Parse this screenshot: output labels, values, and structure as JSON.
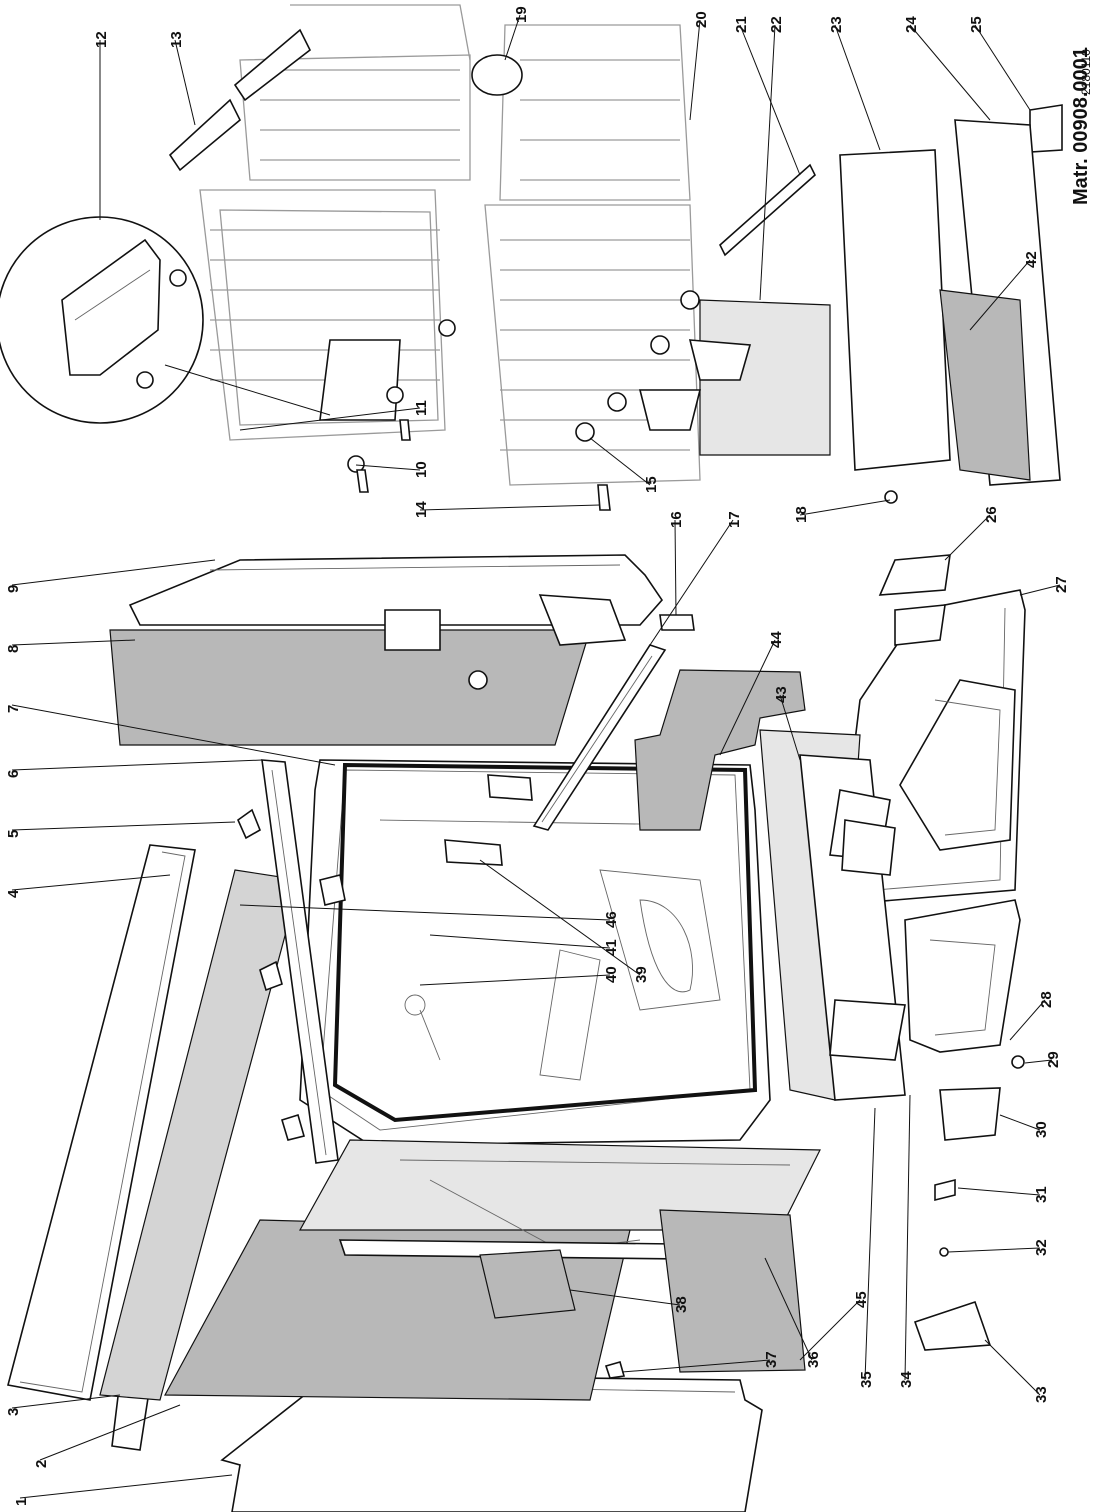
{
  "title": "Matr. 00908.0001",
  "code": "2180110",
  "callouts": [
    "1",
    "2",
    "3",
    "4",
    "5",
    "6",
    "7",
    "8",
    "9",
    "10",
    "11",
    "12",
    "13",
    "14",
    "15",
    "16",
    "17",
    "18",
    "19",
    "20",
    "21",
    "22",
    "23",
    "24",
    "25",
    "26",
    "27",
    "28",
    "29",
    "30",
    "31",
    "32",
    "33",
    "34",
    "35",
    "36",
    "37",
    "38",
    "39",
    "40",
    "41",
    "42",
    "43",
    "44",
    "45",
    "46"
  ],
  "colors": {
    "ink": "#111111",
    "panel": "#b8b8b8",
    "wire": "#9a9a9a"
  }
}
